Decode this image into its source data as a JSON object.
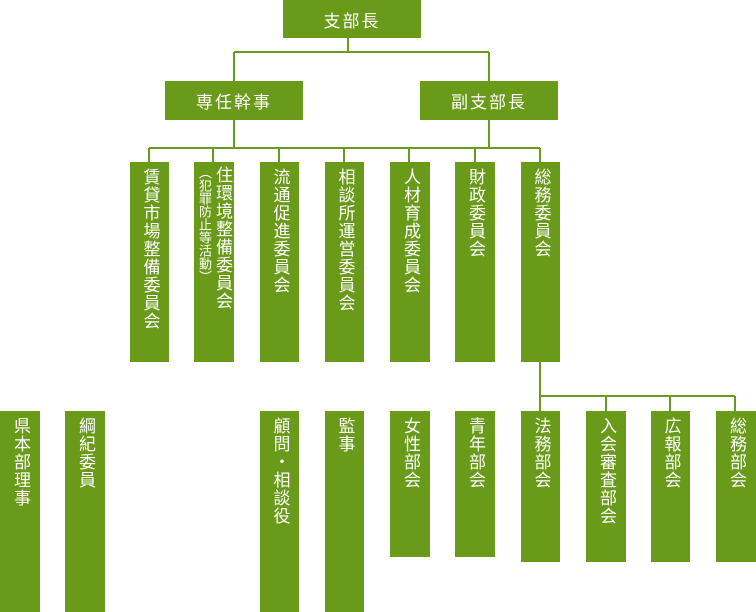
{
  "colors": {
    "box": "#6a9a1a",
    "line": "#6a9a1a",
    "text": "#ffffff"
  },
  "top": "支部長",
  "staff_left": "専任幹事",
  "staff_right": "副支部長",
  "committees": [
    "賃貸市場整備委員会",
    "住環境整備委員会",
    "（犯罪防止等活動）",
    "流通促進委員会",
    "相談所運営委員会",
    "人材育成委員会",
    "財政委員会",
    "総務委員会"
  ],
  "bottom": {
    "kenhonbu_riji": "県本部理事",
    "koki_iin": "綱紀委員",
    "komon_sodan": "顧問・相談役",
    "kanji": "監事",
    "josei": "女性部会",
    "seinen": "青年部会",
    "homu": "法務部会",
    "nyukai": "入会審査部会",
    "koho": "広報部会",
    "somu": "総務部会"
  }
}
